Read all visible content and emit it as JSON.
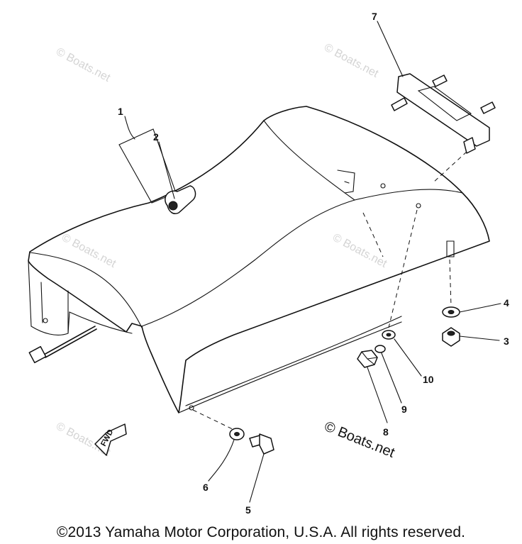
{
  "parts": [
    {
      "number": "1"
    },
    {
      "number": "2"
    },
    {
      "number": "3"
    },
    {
      "number": "4"
    },
    {
      "number": "5"
    },
    {
      "number": "6"
    },
    {
      "number": "7"
    },
    {
      "number": "8"
    },
    {
      "number": "9"
    },
    {
      "number": "10"
    }
  ],
  "watermarks": {
    "faint": "© Boats.net",
    "strong": "© Boats.net"
  },
  "fwd_label": "FWD",
  "copyright": "©2013 Yamaha Motor Corporation, U.S.A. All rights reserved."
}
